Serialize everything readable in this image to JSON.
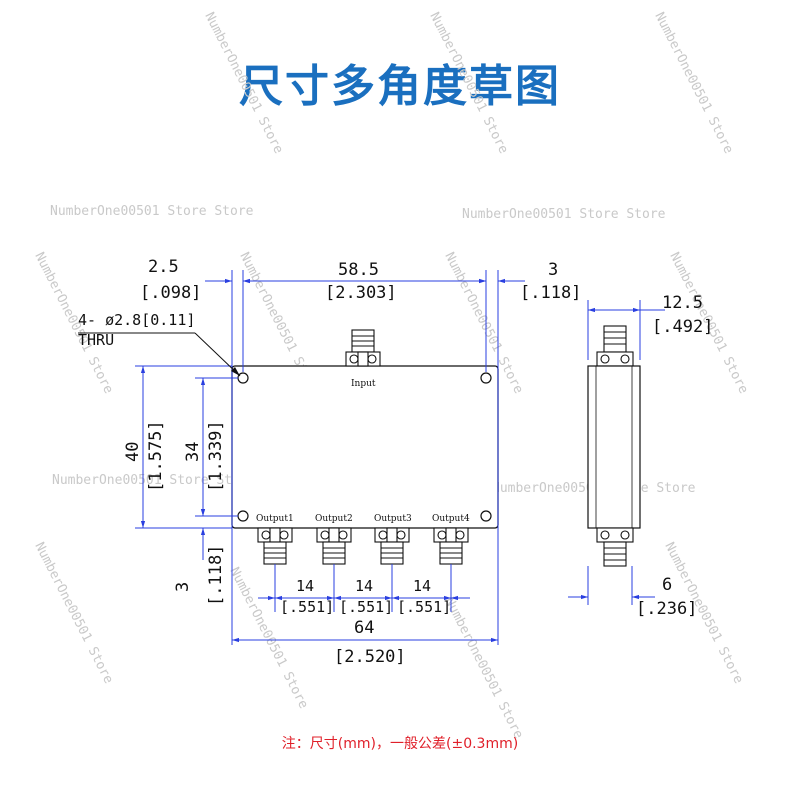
{
  "title": "尺寸多角度草图",
  "watermark": "NumberOne00501 Store Store",
  "watermark_diag": "NumberOne00501 Store",
  "hole_note": {
    "line1": "4- ø2.8[0.11]",
    "line2": "THRU"
  },
  "dims": {
    "edge_left_mm": "2.5",
    "edge_left_in": "[.098]",
    "hole_span_mm": "58.5",
    "hole_span_in": "[2.303]",
    "edge_right_mm": "3",
    "edge_right_in": "[.118]",
    "height_mm": "40",
    "height_in": "[1.575]",
    "hole_v_mm": "34",
    "hole_v_in": "[1.339]",
    "edge_bottom_mm": "3",
    "edge_bottom_in": "[.118]",
    "pitch_mm": "14",
    "pitch_in": "[.551]",
    "width_mm": "64",
    "width_in": "[2.520]",
    "depth_mm": "12.5",
    "depth_in": "[.492]",
    "conn_mm": "6",
    "conn_in": "[.236]"
  },
  "ports": {
    "input": "Input",
    "out1": "Output1",
    "out2": "Output2",
    "out3": "Output3",
    "out4": "Output4"
  },
  "footnote": "注：尺寸(mm)，一般公差(±0.3mm)"
}
